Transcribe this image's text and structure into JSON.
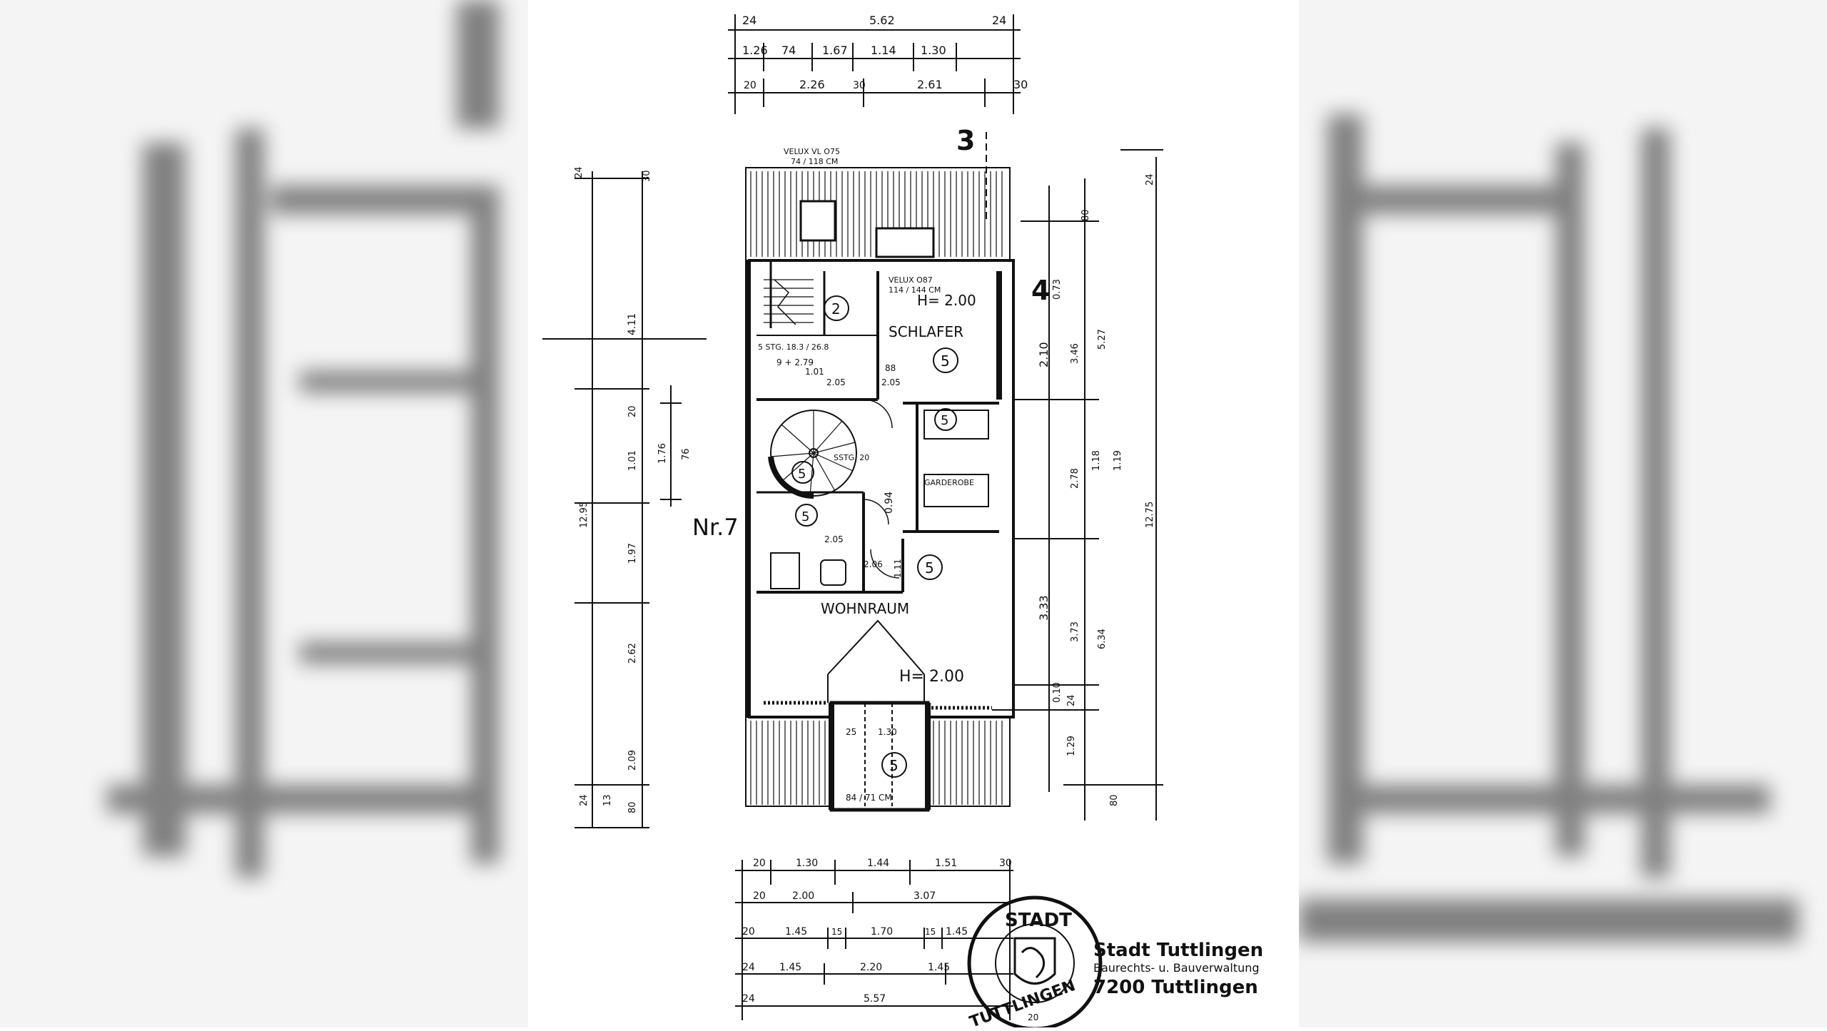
{
  "plan": {
    "top_dims": {
      "row1": [
        "24",
        "5.62",
        "24"
      ],
      "row2": [
        "1.26",
        "74",
        "1.67",
        "1.14",
        "1.30"
      ],
      "row3": [
        "20",
        "2.26",
        "30",
        "2.61",
        "30"
      ]
    },
    "section_marks": {
      "mark_3": "3",
      "mark_4": "4"
    },
    "window_top": {
      "line1": "VELUX VL O75",
      "line2": "74 / 118 CM"
    },
    "window_mid": {
      "line1": "VELUX O87",
      "line2": "114 / 144 CM"
    },
    "rooms": {
      "schlafen": "SCHLAFER",
      "wohnraum": "WOHNRAUM",
      "height_top": "H= 2.00",
      "height_bottom": "H= 2.00",
      "unit_label": "Nr.7",
      "stair": "5 STG. 18.3 / 26.8",
      "stair_ref": "9 + 2.79",
      "spiral": "SSTG. 20",
      "circle_5": "5",
      "circle_2": "2",
      "door_101": "1.01",
      "door_205a": "2.05",
      "door_88": "88",
      "door_205b": "2.05",
      "door_94": "0.94",
      "door_205c": "2.06",
      "door_205d": "2.05",
      "door_111": "1.11",
      "ad_label": "GARDEROBE",
      "bottom_window": "84 / 71 CM",
      "bottom_125": "25",
      "bottom_130": "1.30"
    },
    "left_dims": [
      "24",
      "30",
      "4.11",
      "20",
      "1.76",
      "76",
      "1.01",
      "1.97",
      "2.62",
      "2.09",
      "12.95",
      "24",
      "13",
      "80"
    ],
    "right_dims": [
      "24",
      "80",
      "0.73",
      "2.10",
      "3.46",
      "5.27",
      "2.78",
      "1.18",
      "1.19",
      "3.33",
      "3.73",
      "6.34",
      "12.75",
      "0.10",
      "24",
      "1.29",
      "80"
    ],
    "bottom_dims": {
      "row1": [
        "20",
        "1.30",
        "1.44",
        "1.51",
        "30"
      ],
      "row2": [
        "20",
        "2.00",
        "3.07"
      ],
      "row3": [
        "20",
        "1.45",
        "15",
        "1.70",
        "15",
        "1.45"
      ],
      "row4": [
        "24",
        "1.45",
        "2.20",
        "1.45"
      ],
      "row5": [
        "24",
        "5.57"
      ]
    },
    "stamp": {
      "ring_top": "STADT",
      "ring_bottom": "TUTTLINGEN",
      "number": "20",
      "line1": "Stadt Tuttlingen",
      "line2": "Baurechts- u. Bauverwaltung",
      "line3": "7200 Tuttlingen"
    }
  }
}
